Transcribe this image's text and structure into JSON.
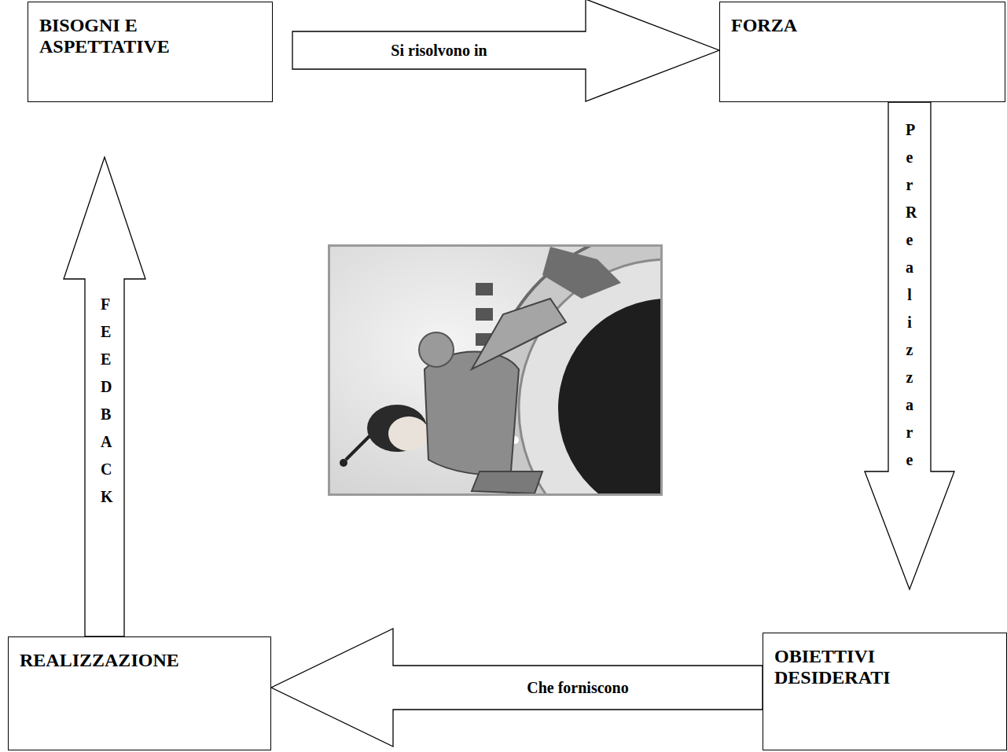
{
  "diagram": {
    "nodes": [
      {
        "text": [
          "BISOGNI E ASPETTATIVE"
        ]
      },
      {
        "text": [
          "FORZA"
        ]
      },
      {
        "text": [
          "OBIETTIVI DESIDERATI"
        ]
      },
      {
        "text": [
          "REALIZZAZIONE"
        ]
      }
    ],
    "edges": [
      {
        "from": 0,
        "to": 1,
        "label": "Si risolvono in",
        "arrow": "to"
      },
      {
        "from": 1,
        "to": 2,
        "label": "Per Realizzare",
        "arrow": "to"
      },
      {
        "from": 2,
        "to": 3,
        "label": "Che forniscono",
        "arrow": "to"
      },
      {
        "from": 3,
        "to": 0,
        "label": "FEEDBACK",
        "arrow": "to"
      }
    ]
  }
}
